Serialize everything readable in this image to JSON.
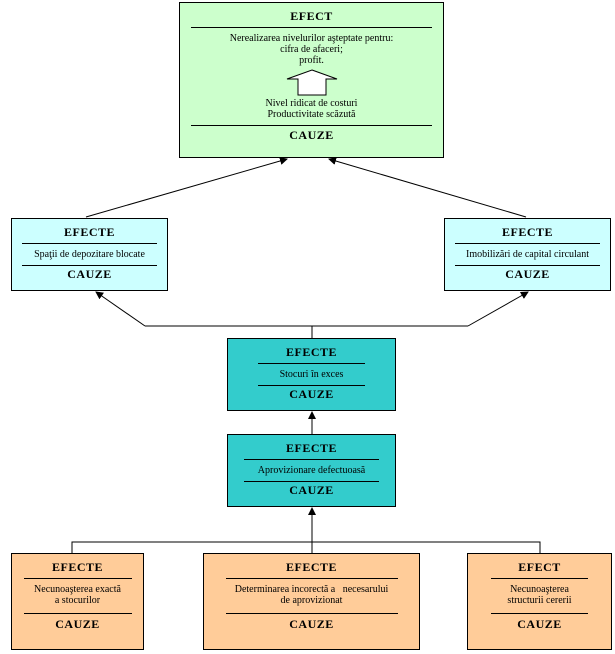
{
  "top": {
    "header": "EFECT",
    "effect_lines": [
      "Nerealizarea nivelurilor aşteptate pentru:",
      "cifra de afaceri;",
      "profit."
    ],
    "cause_lines": [
      "Nivel ridicat de costuri",
      "Productivitate scăzută"
    ],
    "footer": "CAUZE"
  },
  "left": {
    "header": "EFECTE",
    "text": "Spaţii de depozitare blocate",
    "footer": "CAUZE"
  },
  "right": {
    "header": "EFECTE",
    "text": "Imobilizări de capital circulant",
    "footer": "CAUZE"
  },
  "stocks": {
    "header": "EFECTE",
    "text": "Stocuri în exces",
    "footer": "CAUZE"
  },
  "supply": {
    "header": "EFECTE",
    "text": "Aprovizionare defectuoasă",
    "footer": "CAUZE"
  },
  "bottom": [
    {
      "header": "EFECTE",
      "lines": [
        "Necunoaşterea exactă",
        "a stocurilor"
      ],
      "footer": "CAUZE"
    },
    {
      "header": "EFECTE",
      "lines": [
        "Determinarea incorectă a   necesarului",
        "de aprovizionat"
      ],
      "footer": "CAUZE"
    },
    {
      "header": "EFECT",
      "lines": [
        "Necunoaşterea",
        "structurii cererii"
      ],
      "footer": "CAUZE"
    }
  ],
  "colors": {
    "green": "#ccffcc",
    "cyan": "#ccffff",
    "teal": "#33cccc",
    "peach": "#ffcc99"
  }
}
